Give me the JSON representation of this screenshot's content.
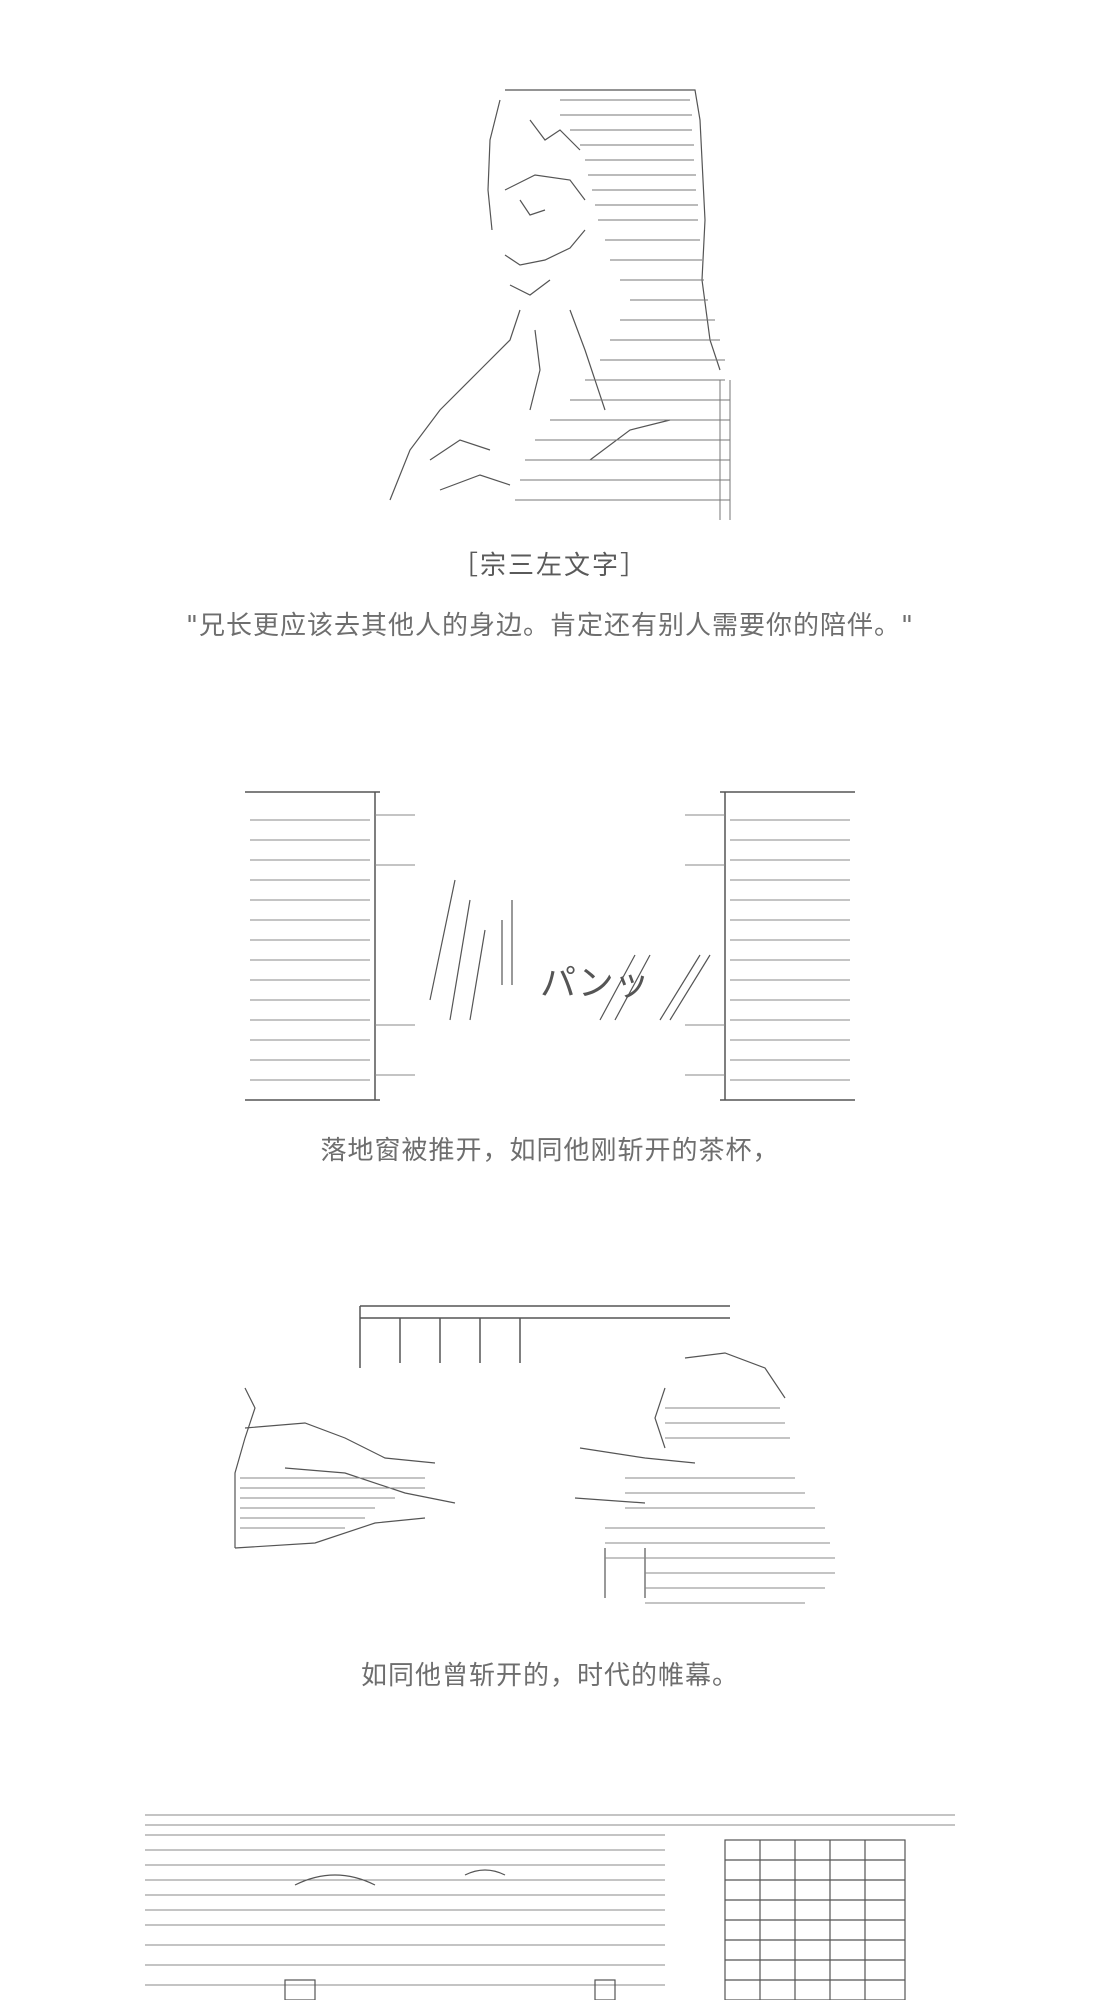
{
  "scenes": [
    {
      "speaker": "［宗三左文字］",
      "caption": "\"兄长更应该去其他人的身边。肯定还有别人需要你的陪伴。\""
    },
    {
      "sfx": "パンッ",
      "caption": "落地窗被推开，如同他刚斩开的茶杯，"
    },
    {
      "caption": "如同他曾斩开的，时代的帷幕。"
    },
    {
      "caption": ""
    }
  ],
  "colors": {
    "background": "#ffffff",
    "text": "#6e6e6e",
    "art": "#444444"
  }
}
